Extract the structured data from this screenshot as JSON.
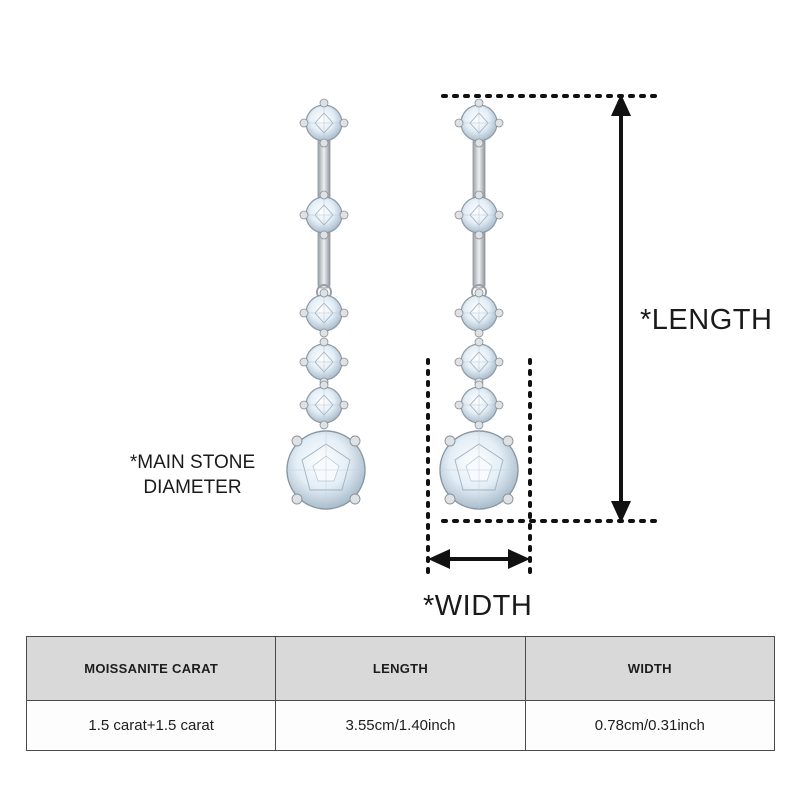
{
  "labels": {
    "main_stone": "*MAIN STONE DIAMETER",
    "length": "*LENGTH",
    "width": "*WIDTH"
  },
  "spec_table": {
    "headers": [
      "MOISSANITE CARAT",
      "LENGTH",
      "WIDTH"
    ],
    "rows": [
      [
        "1.5 carat+1.5 carat",
        "3.55cm/1.40inch",
        "0.78cm/0.31inch"
      ]
    ]
  },
  "colors": {
    "metal": "#c9cdd1",
    "stone": "#e4eef6",
    "guide": "#111111",
    "table_header": "#d9d9d9"
  }
}
